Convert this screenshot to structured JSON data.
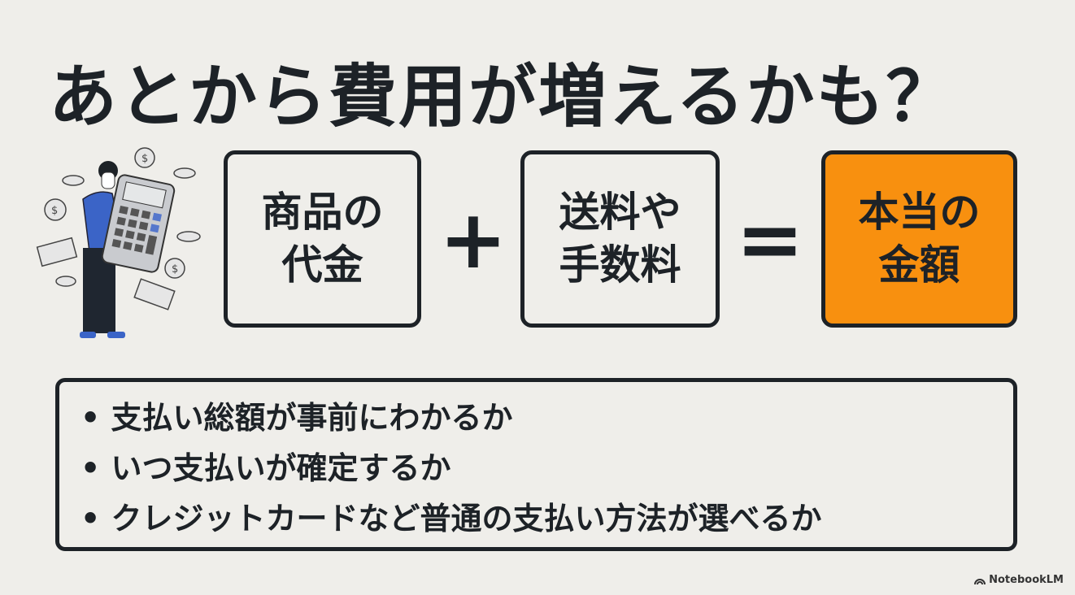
{
  "title": "あとから費用が増えるかも？",
  "equation": {
    "term1": [
      "商品の",
      "代金"
    ],
    "plus": "+",
    "term2": [
      "送料や",
      "手数料"
    ],
    "equals": "=",
    "result": [
      "本当の",
      "金額"
    ]
  },
  "checklist": [
    "支払い総額が事前にわかるか",
    "いつ支払いが確定するか",
    "クレジットカードなど普通の支払い方法が選べるか"
  ],
  "watermark": "NotebookLM",
  "colors": {
    "background": "#efeeea",
    "text": "#1d2227",
    "accent": "#f8900f"
  }
}
